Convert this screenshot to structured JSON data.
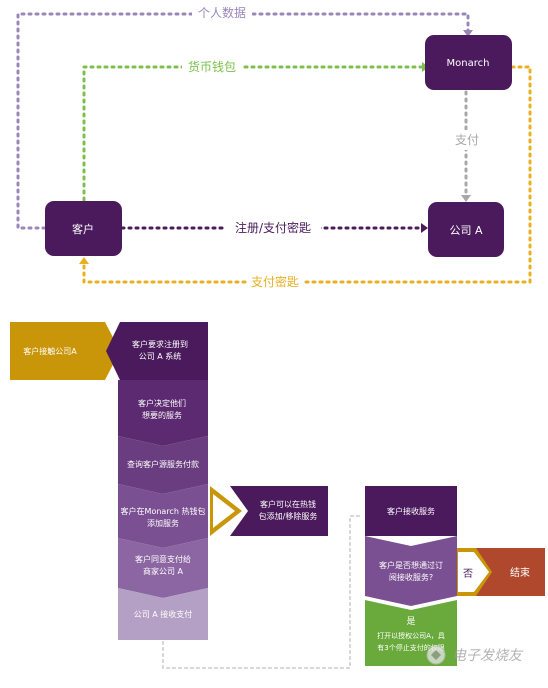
{
  "colors": {
    "dark_purple": "#4a1a5c",
    "purple_1": "#5c2a70",
    "purple_2": "#6a3c80",
    "purple_3": "#7a5092",
    "purple_4": "#8c66a2",
    "purple_5": "#a086b2",
    "purple_6": "#b4a0c4",
    "gold": "#c9960a",
    "green": "#6aaa3c",
    "red": "#b0482e",
    "dot_purple": "#9b86b8",
    "dot_green": "#7cc04a",
    "dot_gold": "#e8b020",
    "dot_gray": "#a8a8a8",
    "dot_dark": "#4a1a5c"
  },
  "top_diagram": {
    "nodes": {
      "monarch": "Monarch",
      "customer": "客户",
      "company_a": "公司 A"
    },
    "flows": {
      "personal_data": "个人数据",
      "currency_wallet": "货币钱包",
      "payment": "支付",
      "register_payment_key": "注册/支付密匙",
      "payment_key": "支付密匙"
    }
  },
  "bottom_flow": {
    "start": "客户接触公司A",
    "steps": [
      [
        "客户要求注册到",
        "公司 A 系统"
      ],
      [
        "客户决定他们",
        "想要的服务"
      ],
      [
        "查询客户源服务付款"
      ],
      [
        "客户在Monarch 热钱包",
        "添加服务"
      ],
      [
        "客户同意支付给",
        "商家公司 A"
      ],
      [
        "公司 A 接收支付"
      ]
    ],
    "side_note": [
      "客户可以在热钱",
      "包添加/移除服务"
    ],
    "right": {
      "receive": "客户接收服务",
      "question": [
        "客户是否想通过订",
        "阅接收服务?"
      ],
      "no_label": "否",
      "end": "结束",
      "yes_label": "是",
      "yes_text": [
        "打开以授权公司A，具",
        "有3个停止支付的权限"
      ]
    }
  },
  "watermark": "电子发烧友"
}
